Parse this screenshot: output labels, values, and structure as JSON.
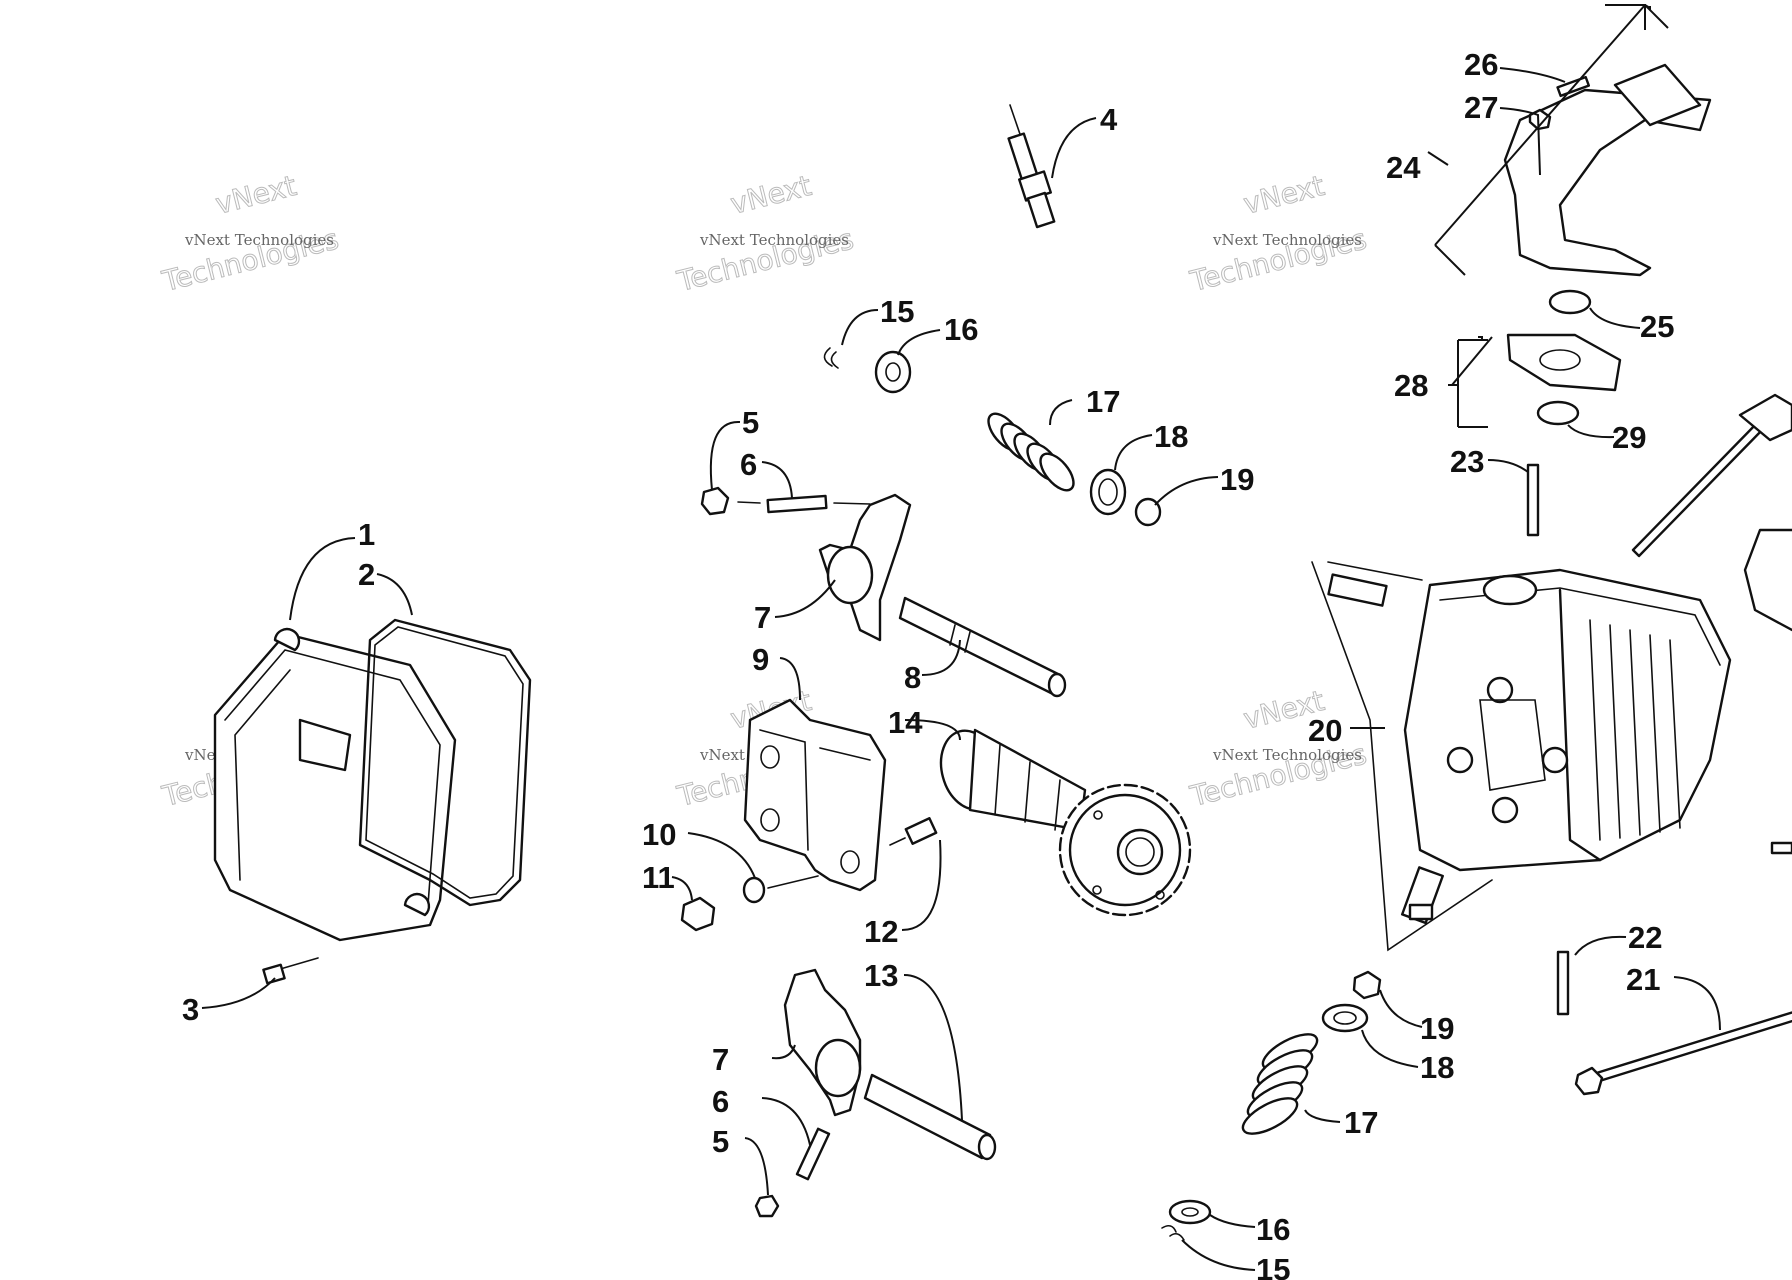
{
  "diagram": {
    "callouts": [
      {
        "id": "c1",
        "text": "1"
      },
      {
        "id": "c2",
        "text": "2"
      },
      {
        "id": "c3",
        "text": "3"
      },
      {
        "id": "c4",
        "text": "4"
      },
      {
        "id": "c5a",
        "text": "5"
      },
      {
        "id": "c6a",
        "text": "6"
      },
      {
        "id": "c7a",
        "text": "7"
      },
      {
        "id": "c8",
        "text": "8"
      },
      {
        "id": "c9",
        "text": "9"
      },
      {
        "id": "c10",
        "text": "10"
      },
      {
        "id": "c11",
        "text": "11"
      },
      {
        "id": "c12",
        "text": "12"
      },
      {
        "id": "c13",
        "text": "13"
      },
      {
        "id": "c14",
        "text": "14"
      },
      {
        "id": "c15a",
        "text": "15"
      },
      {
        "id": "c16a",
        "text": "16"
      },
      {
        "id": "c17a",
        "text": "17"
      },
      {
        "id": "c18a",
        "text": "18"
      },
      {
        "id": "c19a",
        "text": "19"
      },
      {
        "id": "c20",
        "text": "20"
      },
      {
        "id": "c21",
        "text": "21"
      },
      {
        "id": "c22",
        "text": "22"
      },
      {
        "id": "c23",
        "text": "23"
      },
      {
        "id": "c24",
        "text": "24"
      },
      {
        "id": "c25",
        "text": "25"
      },
      {
        "id": "c26",
        "text": "26"
      },
      {
        "id": "c27",
        "text": "27"
      },
      {
        "id": "c28",
        "text": "28"
      },
      {
        "id": "c29",
        "text": "29"
      },
      {
        "id": "c7b",
        "text": "7"
      },
      {
        "id": "c6b",
        "text": "6"
      },
      {
        "id": "c5b",
        "text": "5"
      },
      {
        "id": "c19b",
        "text": "19"
      },
      {
        "id": "c18b",
        "text": "18"
      },
      {
        "id": "c17b",
        "text": "17"
      },
      {
        "id": "c16b",
        "text": "16"
      },
      {
        "id": "c15b",
        "text": "15"
      }
    ]
  },
  "watermark": {
    "line1": "vNext Technologies",
    "line2": "vNext",
    "line3": "Technologies"
  }
}
